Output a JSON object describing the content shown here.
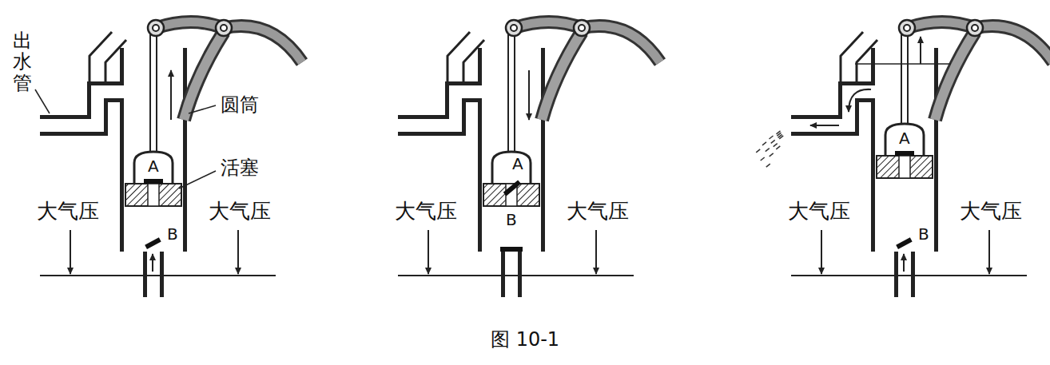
{
  "diagram": {
    "caption": "图 10-1",
    "labels": [
      "出水管",
      "圆筒",
      "活塞",
      "A",
      "B",
      "大气压",
      "大气压",
      "A",
      "B",
      "大气压",
      "大气压",
      "A",
      "B",
      "大气压",
      "大气压"
    ]
  }
}
